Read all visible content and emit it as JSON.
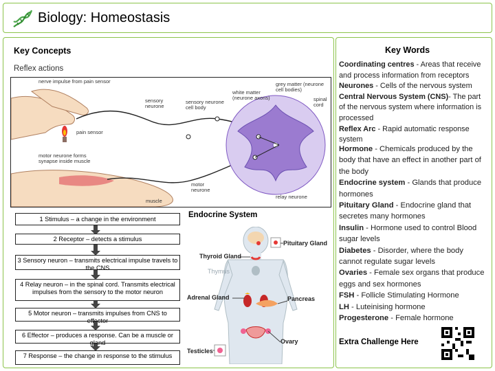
{
  "header": {
    "title": "Biology: Homeostasis",
    "icon": "dna-icon"
  },
  "key_concepts": {
    "title": "Key Concepts",
    "reflex_title": "Reflex actions",
    "diagram_labels": {
      "nerve_impulse": "nerve impulse from pain sensor",
      "pain_sensor": "pain sensor",
      "sensory_neurone": "sensory neurone",
      "sensory_cell_body": "sensory neurone cell body",
      "white_matter": "white matter (neurone axons)",
      "grey_matter": "grey matter (neurone cell bodies)",
      "spinal_cord": "spinal cord",
      "motor_neurone_forms": "motor neurone forms synapse inside muscle",
      "motor_neurone": "motor neurone",
      "relay_neurone": "relay neurone",
      "muscle": "muscle"
    },
    "flow": [
      "1 Stimulus – a change in the environment",
      "2 Receptor – detects a stimulus",
      "3 Sensory neuron – transmits electrical impulse travels to the CNS",
      "4 Relay neuron – in the spinal cord. Transmits electrical impulses from the sensory to the motor neuron",
      "5 Motor neuron – transmits impulses from CNS to effector",
      "6 Effector – produces a response. Can be a muscle or gland",
      "7 Response – the change in response to the stimulus"
    ],
    "endocrine_title": "Endocrine System",
    "endocrine_labels": {
      "pituitary": "Pituitary Gland",
      "thyroid": "Thyroid Gland",
      "thymus": "Thymus",
      "adrenal": "Adrenal Gland",
      "pancreas": "Pancreas",
      "ovary": "Ovary",
      "testicles": "Testicles"
    }
  },
  "key_words": {
    "title": "Key Words",
    "items_small": [
      {
        "term": "Coordinating centres",
        "def": " - Areas that receive and process information from receptors"
      },
      {
        "term": "Neurones",
        "def": " - Cells of the nervous system"
      },
      {
        "term": "Central Nervous System (CNS)",
        "def": "- The part of the nervous system where information is processed"
      },
      {
        "term": "Reflex Arc",
        "def": " - Rapid automatic response system"
      }
    ],
    "items_large": [
      {
        "term": "Hormone",
        "def": " - Chemicals produced by the body that have an effect in another part of the body"
      },
      {
        "term": "Endocrine system",
        "def": " - Glands that produce hormones"
      },
      {
        "term": "Pituitary Gland",
        "def": " - Endocrine gland that secretes many hormones"
      },
      {
        "term": "Insulin",
        "def": " - Hormone used to control Blood sugar levels"
      },
      {
        "term": "Diabetes",
        "def": " - Disorder, where the body cannot regulate sugar levels"
      },
      {
        "term": "Ovaries",
        "def": " - Female sex organs that produce eggs and sex hormones"
      },
      {
        "term": "FSH",
        "def": " - Follicle Stimulating Hormone"
      },
      {
        "term": "LH",
        "def": " - Luteinising hormone"
      },
      {
        "term": "Progesterone",
        "def": " - Female hormone"
      }
    ],
    "extra": "Extra Challenge Here",
    "qr_icon": "qr-code-icon"
  },
  "colors": {
    "border": "#8bc34a",
    "spinal_purple": "#9b7bd0",
    "spinal_light": "#d9ccf0"
  }
}
